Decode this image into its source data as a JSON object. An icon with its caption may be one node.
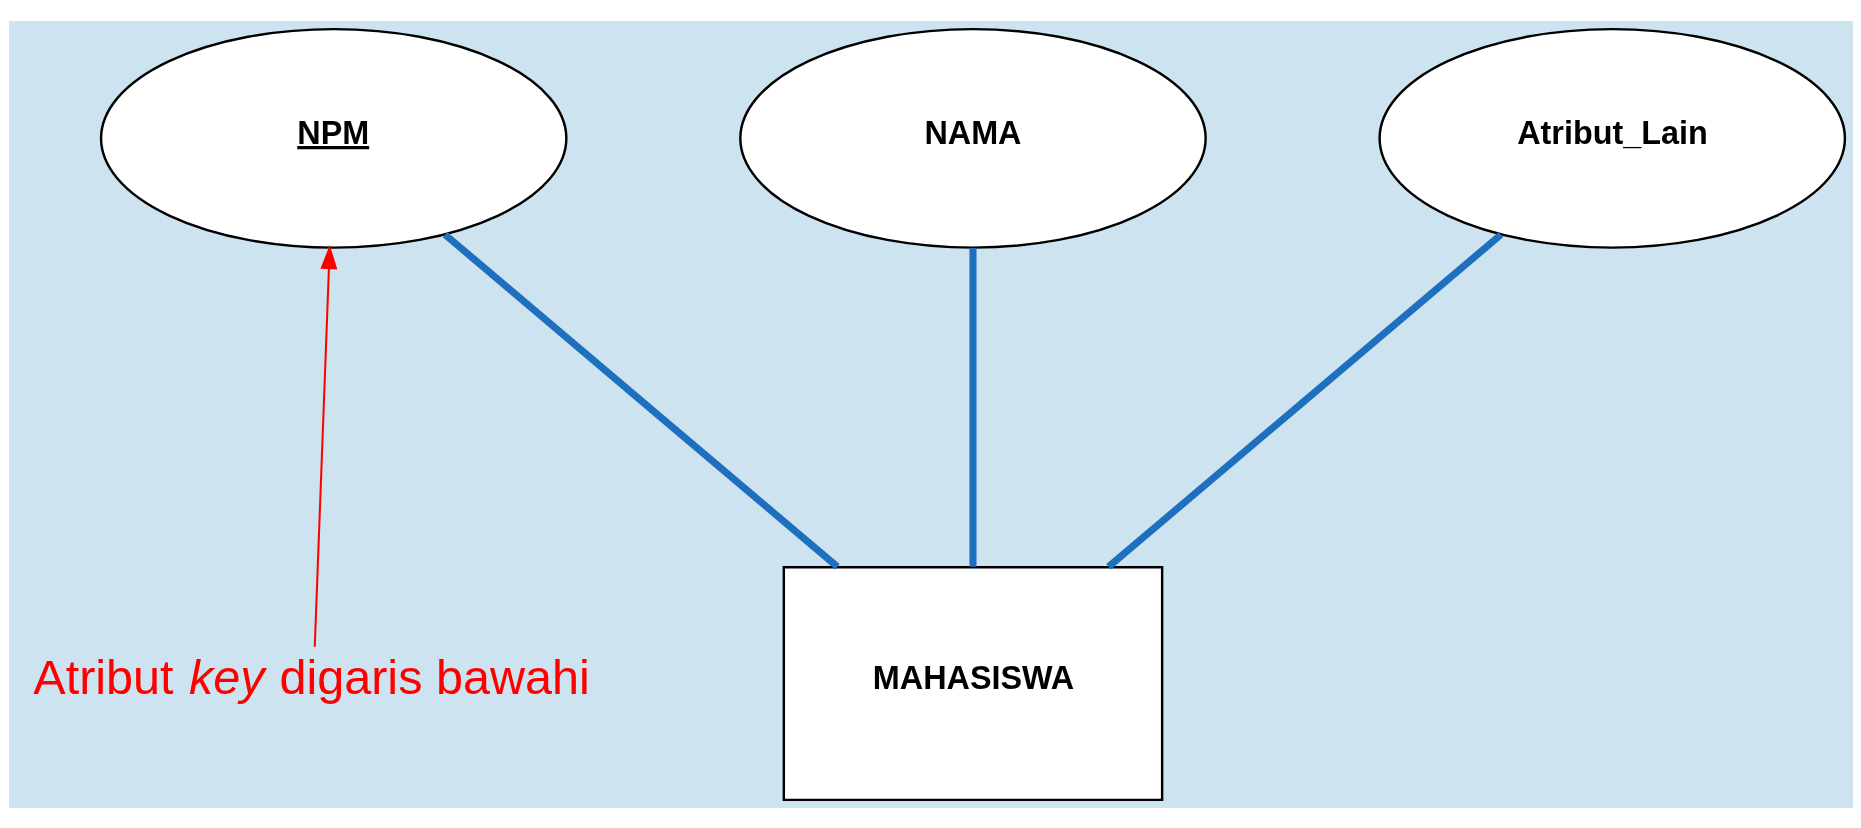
{
  "diagram": {
    "nodes": [
      {
        "text": [
          "NPM"
        ]
      },
      {
        "text": [
          "NAMA"
        ]
      },
      {
        "text": [
          "Atribut_Lain"
        ]
      },
      {
        "text": [
          "MAHASISWA"
        ]
      },
      {
        "text": [
          "Atribut *key* digaris bawahi"
        ]
      }
    ],
    "edges": [
      {
        "from": 0,
        "to": 3,
        "arrow": "none"
      },
      {
        "from": 1,
        "to": 3,
        "arrow": "none"
      },
      {
        "from": 2,
        "to": 3,
        "arrow": "none"
      },
      {
        "from": 4,
        "to": 0,
        "arrow": "to",
        "color": "#ff0000"
      }
    ]
  }
}
